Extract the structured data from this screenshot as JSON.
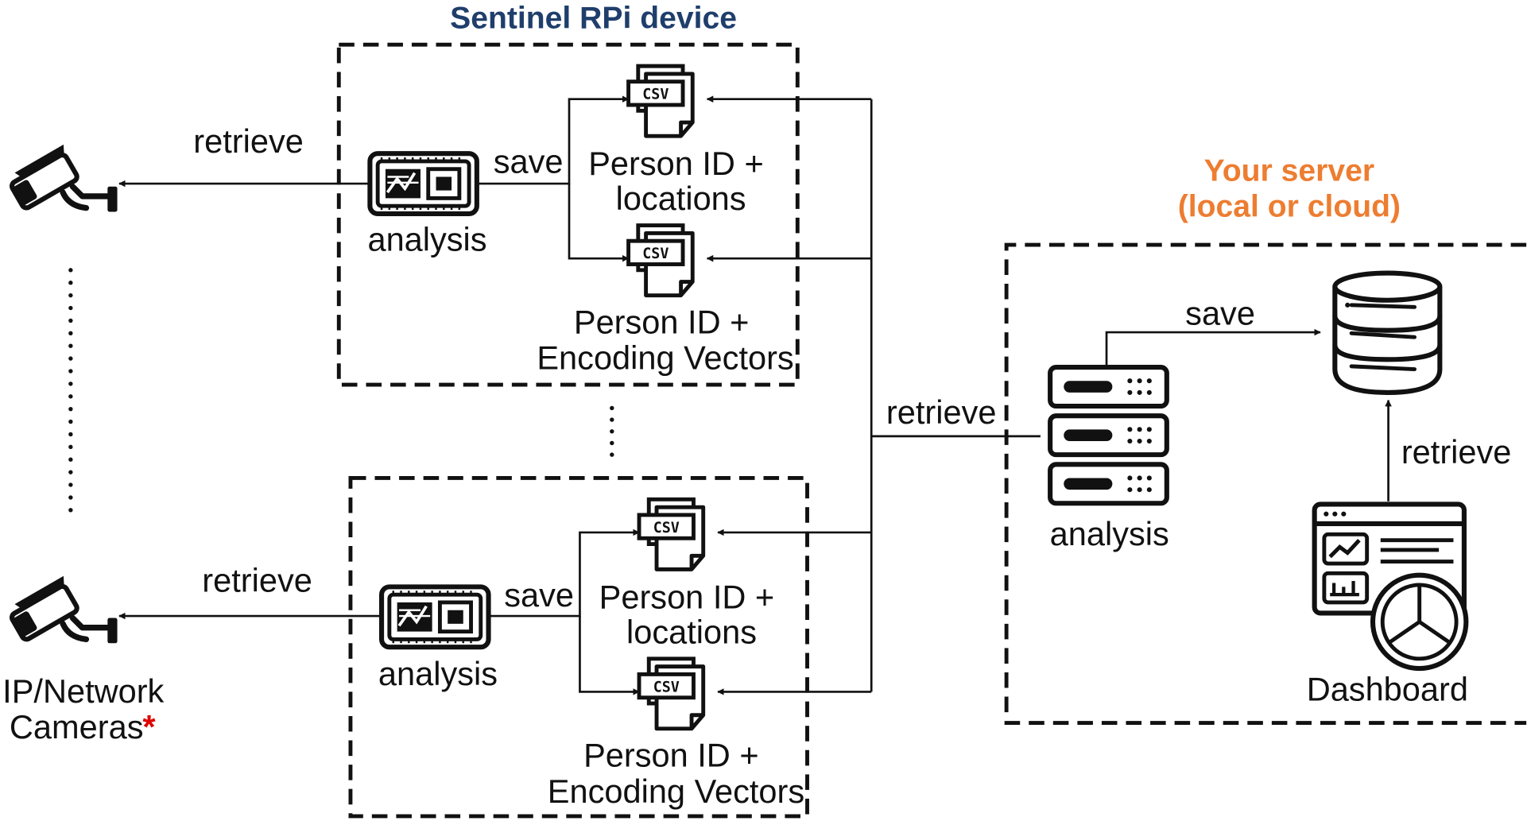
{
  "colors": {
    "rpi_title": "#1f3e6b",
    "server_title": "#ed7d31",
    "asterisk": "#e00000",
    "ink": "#111111"
  },
  "rpi_title": "Sentinel RPi device",
  "server_title_line1": "Your server",
  "server_title_line2": "(local or cloud)",
  "cameras_label_line1": "IP/Network",
  "cameras_label_line2": "Cameras",
  "cameras_asterisk": "*",
  "devices": [
    {
      "retrieve_label": "retrieve",
      "save_label": "save",
      "analysis_label": "analysis",
      "file_icon_text": "CSV",
      "csv1_line1": "Person ID +",
      "csv1_line2": "locations",
      "csv2_line1": "Person ID +",
      "csv2_line2": "Encoding Vectors"
    },
    {
      "retrieve_label": "retrieve",
      "save_label": "save",
      "analysis_label": "analysis",
      "file_icon_text": "CSV",
      "csv1_line1": "Person ID +",
      "csv1_line2": "locations",
      "csv2_line1": "Person ID +",
      "csv2_line2": "Encoding Vectors"
    }
  ],
  "center_retrieve_label": "retrieve",
  "server": {
    "save_label": "save",
    "analysis_label": "analysis",
    "retrieve_label": "retrieve",
    "dashboard_label": "Dashboard"
  },
  "icons": [
    "camera-icon",
    "chip-icon",
    "csv-file-icon",
    "server-rack-icon",
    "database-icon",
    "dashboard-icon"
  ]
}
